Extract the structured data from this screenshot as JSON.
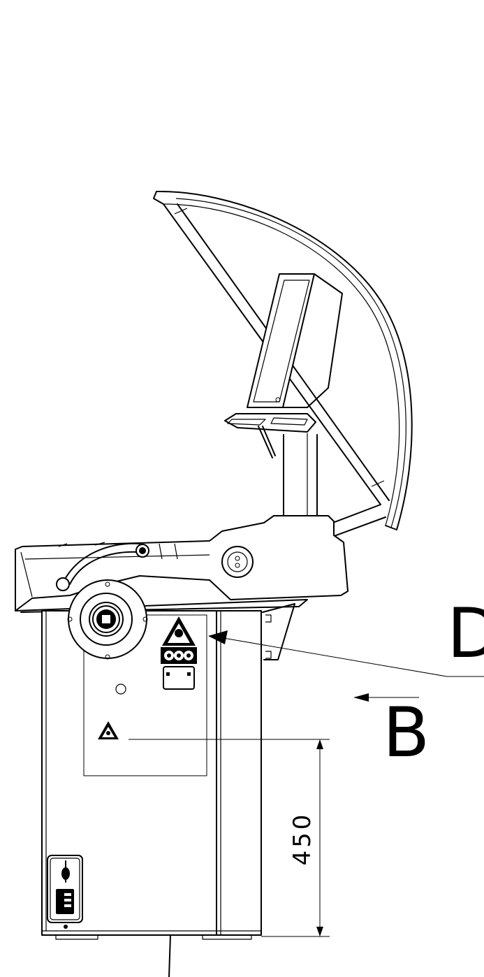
{
  "labels": {
    "view_d": "D",
    "view_b": "B",
    "dimension": "450"
  }
}
